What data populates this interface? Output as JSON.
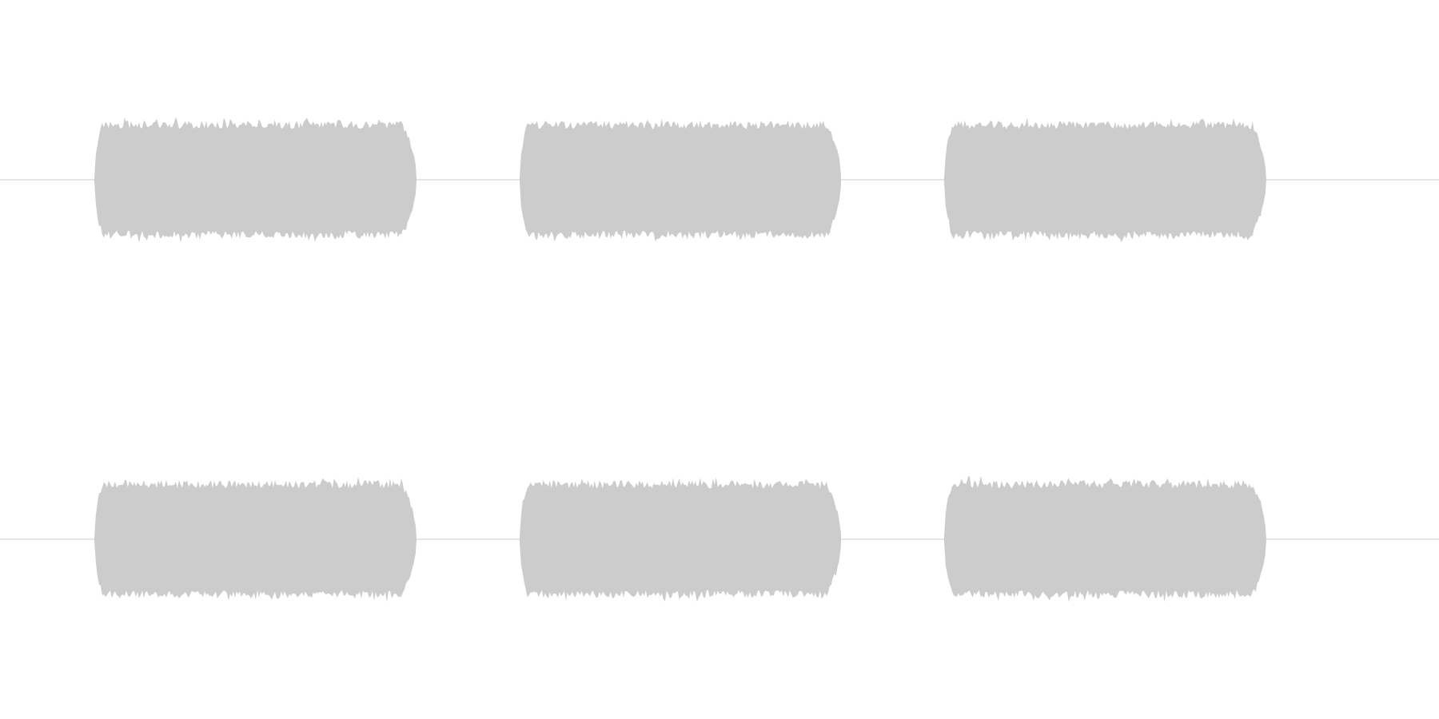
{
  "waveform": {
    "color": "#cccccc",
    "baseline_color": "#cccccc",
    "background": "#ffffff",
    "channels": [
      {
        "name": "",
        "bursts": [
          {
            "start": 0.0655,
            "end": 0.2895,
            "amplitude": 0.8
          },
          {
            "start": 0.361,
            "end": 0.5845,
            "amplitude": 0.8
          },
          {
            "start": 0.656,
            "end": 0.88,
            "amplitude": 0.8
          }
        ]
      },
      {
        "name": "",
        "bursts": [
          {
            "start": 0.0655,
            "end": 0.2895,
            "amplitude": 0.8
          },
          {
            "start": 0.361,
            "end": 0.5845,
            "amplitude": 0.8
          },
          {
            "start": 0.656,
            "end": 0.88,
            "amplitude": 0.8
          }
        ]
      }
    ]
  }
}
